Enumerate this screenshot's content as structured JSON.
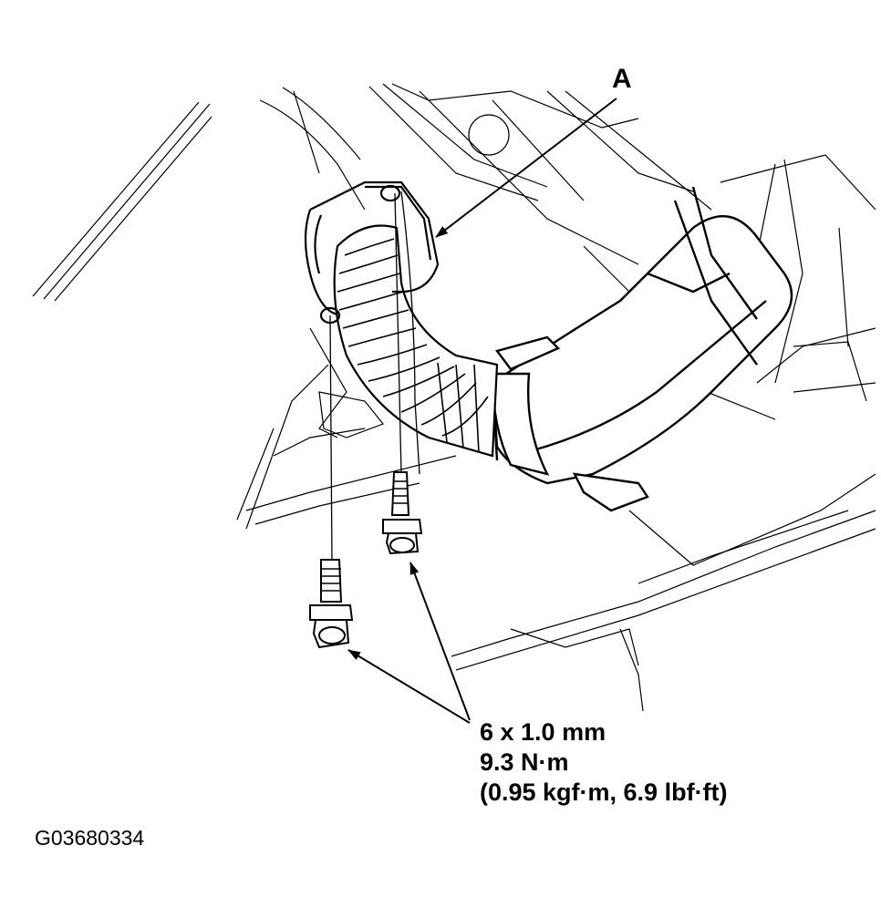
{
  "callout_label": "A",
  "fastener_spec": {
    "size": "6 x 1.0 mm",
    "torque": "9.3 N·m",
    "torque_alt": "(0.95 kgf·m, 6.9 lbf·ft)"
  },
  "figure_id": "G03680334",
  "line_color": "#000000",
  "background_color": "#ffffff"
}
